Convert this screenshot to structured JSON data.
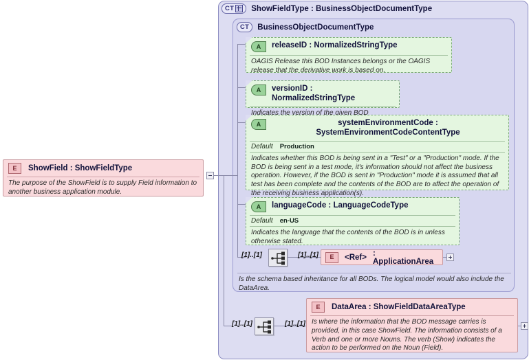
{
  "diagram": {
    "kind": "xml-schema-diagram",
    "root_element": {
      "badge": "E",
      "name": "ShowField : ShowFieldType",
      "documentation": "The purpose of the ShowField is to supply Field information to another business application module.",
      "collapse_toggle": "minus-toggle"
    },
    "complex_type_outer": {
      "badge": "CT",
      "badge_expand": "plus",
      "title": "ShowFieldType : BusinessObjectDocumentType"
    },
    "complex_type_inner": {
      "badge": "CT",
      "title": "BusinessObjectDocumentType"
    },
    "attributes": [
      {
        "badge": "A",
        "name": "releaseID : NormalizedStringType",
        "documentation": "OAGIS Release this BOD Instances belongs or the OAGIS release that the derivative work is based on."
      },
      {
        "badge": "A",
        "name": "versionID : NormalizedStringType",
        "documentation": "Indicates the version of the given BOD defintion."
      },
      {
        "badge": "A",
        "name": "systemEnvironmentCode : SystemEnvironmentCodeContentType",
        "default_label": "Default",
        "default_value": "Production",
        "documentation": "Indicates whether this BOD is being sent in a \"Test\" or a \"Production\" mode. If the BOD is being sent in a test mode, it's information should not affect the business operation. However, if the BOD is sent in \"Production\" mode it is assumed that all test has been complete and the contents of the BOD are to affect the operation of the receiving business application(s)."
      },
      {
        "badge": "A",
        "name": "languageCode : LanguageCodeType",
        "default_label": "Default",
        "default_value": "en-US",
        "documentation": "Indicates the language that the contents of the BOD is in unless otherwise stated."
      }
    ],
    "inner_sequence": {
      "icon": "sequence-compositor-icon",
      "cardinality_left": "[1]..[1]",
      "cardinality_right": "[1]..[1]",
      "child": {
        "badge": "E",
        "ref_label": "<Ref>",
        "name": ": ApplicationArea",
        "expand_toggle": "plus-toggle"
      }
    },
    "inner_annotation": "Is the schema based inheritance for all BODs. The logical model would also include the DataArea.",
    "outer_sequence": {
      "icon": "sequence-compositor-icon",
      "cardinality_left": "[1]..[1]",
      "cardinality_right": "[1]..[1]",
      "child": {
        "badge": "E",
        "name": "DataArea : ShowFieldDataAreaType",
        "documentation": "Is where the information that the BOD message carries is provided, in this case ShowField. The information consists of a Verb and one or more Nouns. The verb (Show) indicates the action to be performed on the Noun (Field).",
        "expand_toggle": "plus-toggle"
      }
    },
    "colors": {
      "outer_container_bg": "#ddddf2",
      "inner_container_bg": "#d7d7f0",
      "attribute_bg": "#e4f6e0",
      "element_bg": "#fadadd",
      "connector": "#8a8aa8",
      "page_bg": "#ffffff"
    }
  }
}
